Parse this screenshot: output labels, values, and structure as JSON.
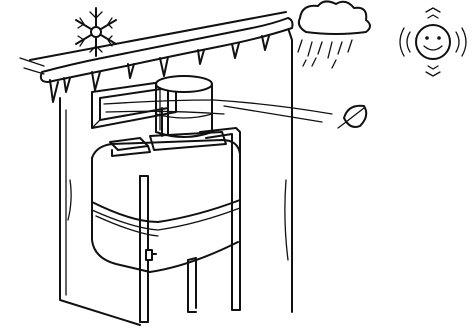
{
  "scene": {
    "subject": "outdoor-oil-tank-installation",
    "elements": [
      "snowflake",
      "rain-cloud",
      "sun",
      "wind",
      "falling-leaf",
      "icicle-roof",
      "wall",
      "window",
      "oil-tank",
      "burner-unit",
      "pipes"
    ]
  },
  "colors": {
    "ink": "#111111",
    "background": "#ffffff"
  }
}
